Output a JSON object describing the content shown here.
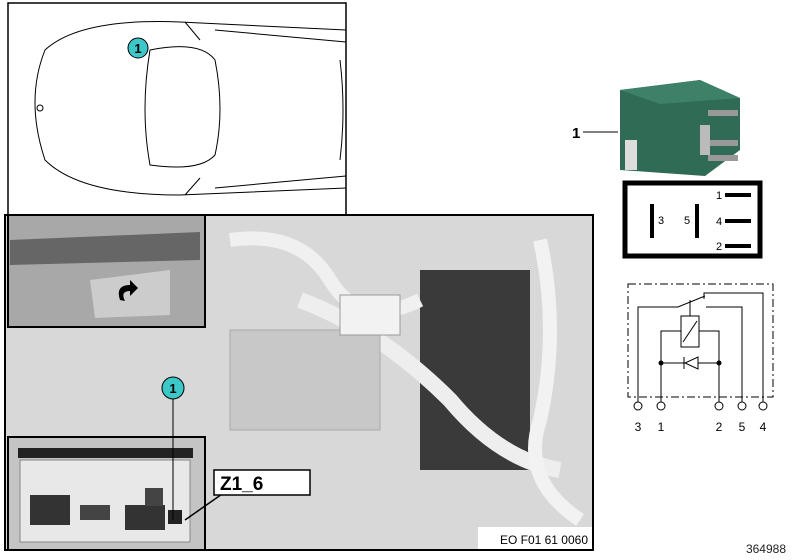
{
  "callouts": {
    "part_number": "1"
  },
  "location_label": "Z1_6",
  "photo_reference": "EO F01 61 0060",
  "diagram_id": "364988",
  "relay": {
    "part_label": "1",
    "pin_layout": {
      "left_pins": [
        "3",
        "5"
      ],
      "right_pins": [
        "1",
        "4",
        "2"
      ]
    },
    "schematic_terminals": [
      "3",
      "1",
      "2",
      "5",
      "4"
    ]
  },
  "colors": {
    "callout_fill": "#3cc8c8",
    "relay_body": "#2f6b55",
    "photo_background": "#d8d8d8"
  }
}
